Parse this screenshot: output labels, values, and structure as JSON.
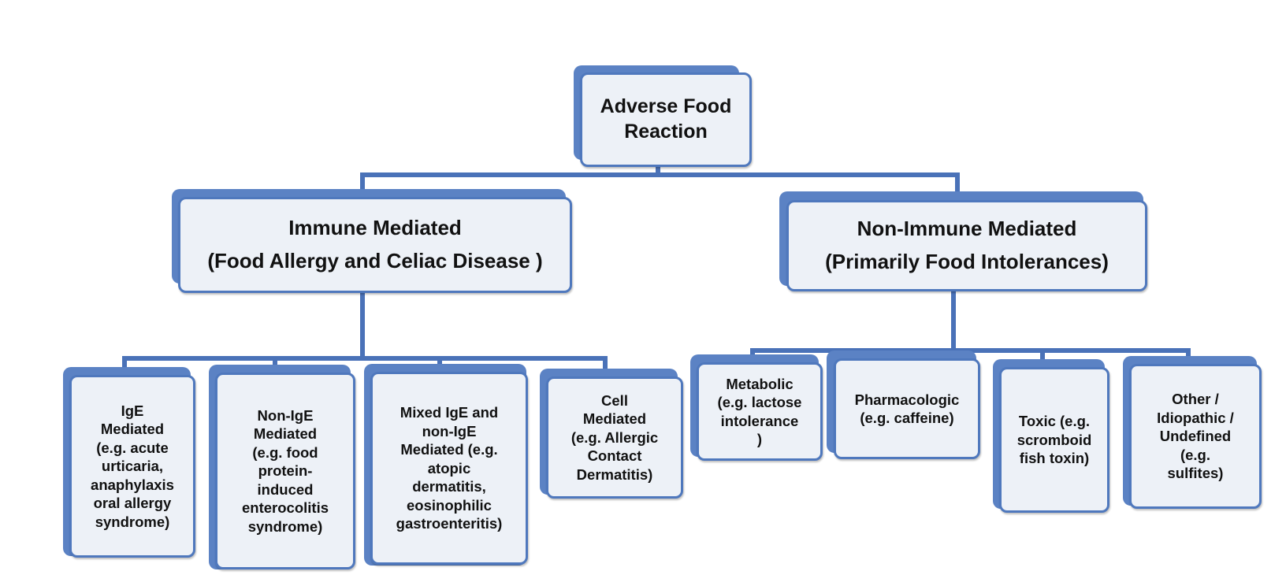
{
  "diagram": {
    "root": {
      "label": "Adverse Food\nReaction"
    },
    "branches": [
      {
        "label": "Immune Mediated\n(Food Allergy and Celiac Disease )",
        "children": [
          "IgE\nMediated\n(e.g. acute\nurticaria,\nanaphylaxis\noral allergy\nsyndrome)",
          "Non-IgE\nMediated\n(e.g. food\nprotein-\ninduced\nenterocolitis\nsyndrome)",
          "Mixed IgE and\nnon-IgE\nMediated (e.g.\natopic\ndermatitis,\neosinophilic\ngastroenteritis)",
          "Cell\nMediated\n(e.g. Allergic\nContact\nDermatitis)"
        ]
      },
      {
        "label": "Non-Immune Mediated\n(Primarily Food Intolerances)",
        "children": [
          "Metabolic\n(e.g. lactose\nintolerance\n)",
          "Pharmacologic\n(e.g. caffeine)",
          "Toxic (e.g.\nscromboid\nfish toxin)",
          "Other /\nIdiopathic /\nUndefined\n(e.g.\nsulfites)"
        ]
      }
    ],
    "colors": {
      "box_border": "#4f78bd",
      "box_fill": "#edf1f7",
      "shadow": "#5b82c4",
      "connector": "#4a72b8"
    }
  }
}
